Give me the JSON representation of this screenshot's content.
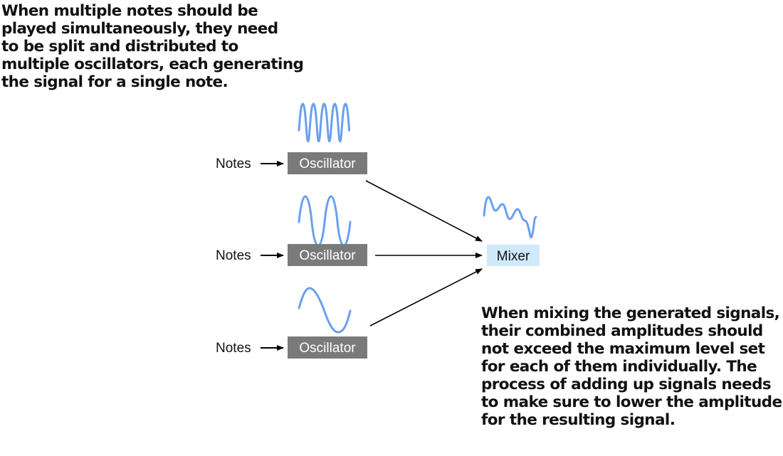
{
  "annotations": {
    "top": [
      "When multiple notes should be",
      "played simultaneously, they need",
      "to be split and distributed to",
      "multiple oscillators, each generating",
      "the signal for a single note."
    ],
    "bottom": [
      "When mixing the generated signals,",
      "their combined amplitudes should",
      "not exceed the maximum level set",
      "for each of them individually. The",
      "process of adding up signals needs",
      "to make sure to lower the amplitude",
      "for the resulting signal."
    ]
  },
  "inputs": [
    {
      "label": "Notes"
    },
    {
      "label": "Notes"
    },
    {
      "label": "Notes"
    }
  ],
  "oscillators": [
    {
      "label": "Oscillator"
    },
    {
      "label": "Oscillator"
    },
    {
      "label": "Oscillator"
    }
  ],
  "mixer": {
    "label": "Mixer"
  },
  "colors": {
    "oscillator_fill": "#7a7a7a",
    "oscillator_text": "#ffffff",
    "mixer_fill": "#cfe9fb",
    "mixer_text": "#111111",
    "wave": "#6a9ff0",
    "arrow": "#000000",
    "text": "#111111"
  }
}
